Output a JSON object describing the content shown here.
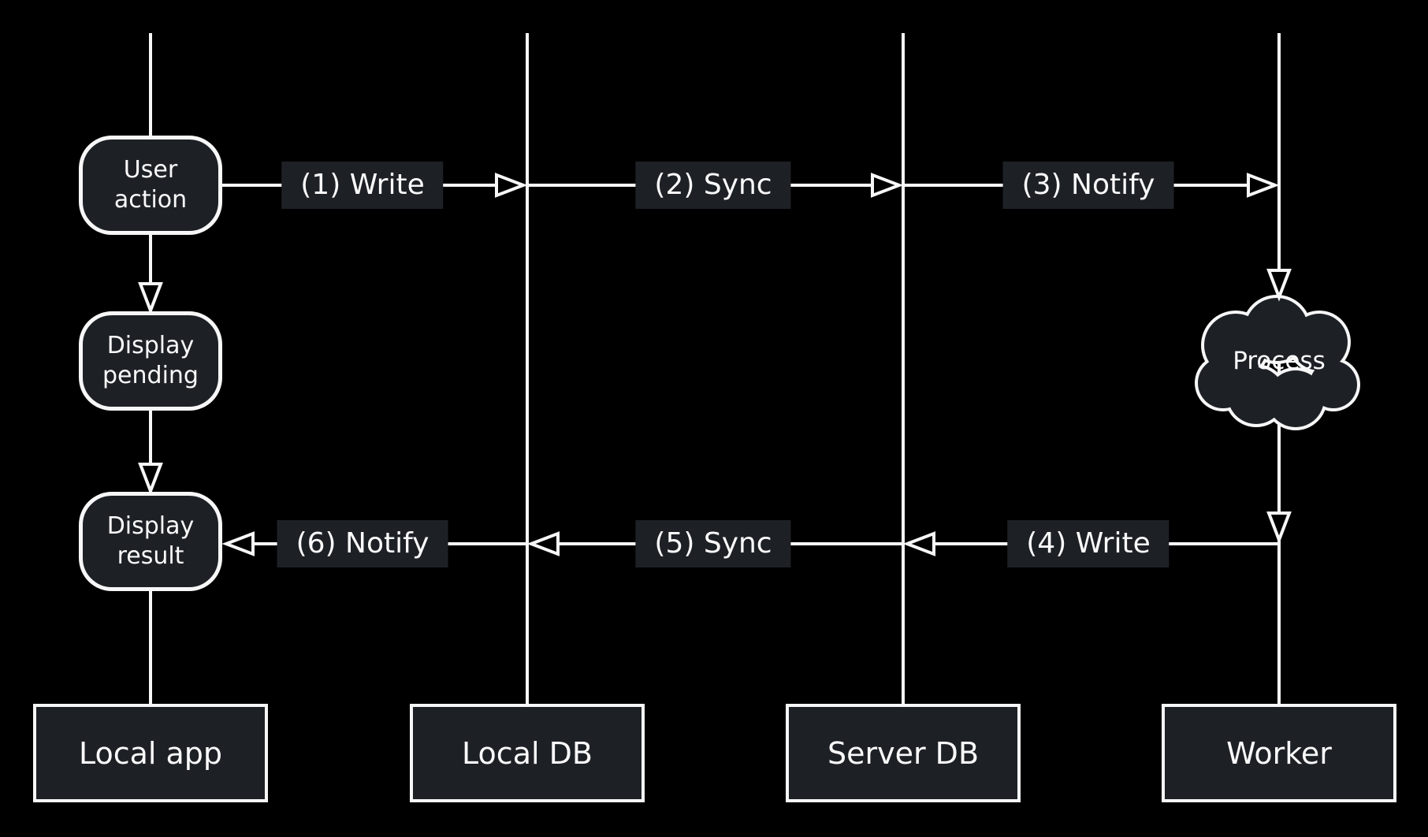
{
  "diagram": {
    "type": "sync-flow-sequence-diagram",
    "nodes": {
      "user_action": {
        "label": "User action"
      },
      "display_pending": {
        "label": "Display pending"
      },
      "display_result": {
        "label": "Display result"
      },
      "process": {
        "label": "Process"
      }
    },
    "actors": [
      {
        "label": "Local app"
      },
      {
        "label": "Local DB"
      },
      {
        "label": "Server DB"
      },
      {
        "label": "Worker"
      }
    ],
    "messages": [
      {
        "label": "(1) Write"
      },
      {
        "label": "(2) Sync"
      },
      {
        "label": "(3) Notify"
      },
      {
        "label": "(4) Write"
      },
      {
        "label": "(5) Sync"
      },
      {
        "label": "(6) Notify"
      }
    ],
    "colors": {
      "background": "#000000",
      "node_fill": "#1d2126",
      "stroke": "#f7f7f7",
      "text": "#fafafa"
    }
  }
}
